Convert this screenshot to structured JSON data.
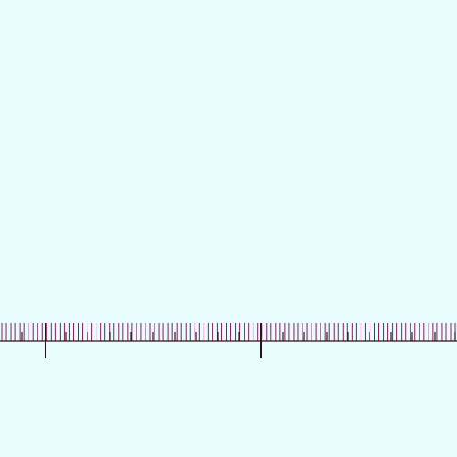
{
  "colors": {
    "background": "#e8fcfe",
    "fine_tick": "#8a1a5c",
    "major_tick": "#2a1418",
    "baseline": "#2a1418"
  },
  "ruler": {
    "fine_tick_count": 103,
    "ticks_per_major": 48,
    "ticks_per_medium": 12
  }
}
